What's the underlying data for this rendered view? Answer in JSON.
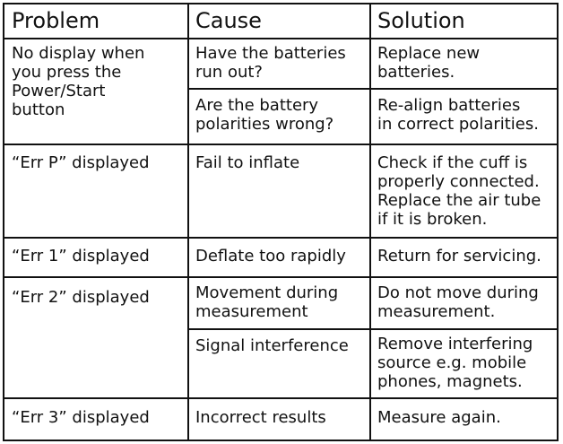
{
  "headers": {
    "problem": "Problem",
    "cause": "Cause",
    "solution": "Solution"
  },
  "rows": [
    {
      "problem": "No display when\nyou press the\nPower/Start\nbutton",
      "items": [
        {
          "cause": "Have the batteries\nrun out?",
          "solution": "Replace new\nbatteries."
        },
        {
          "cause": "Are the battery\npolarities wrong?",
          "solution": "Re-align batteries\nin correct polarities."
        }
      ]
    },
    {
      "problem": "“Err P” displayed",
      "items": [
        {
          "cause": "Fail to inflate",
          "solution": "Check if the cuff is\nproperly connected.\nReplace the air tube\nif it is broken."
        }
      ]
    },
    {
      "problem": "“Err 1” displayed",
      "items": [
        {
          "cause": "Deflate too rapidly",
          "solution": "Return for servicing."
        }
      ]
    },
    {
      "problem": "“Err 2” displayed",
      "items": [
        {
          "cause": "Movement during\nmeasurement",
          "solution": "Do not move during\nmeasurement."
        },
        {
          "cause": "Signal interference",
          "solution": "Remove interfering\nsource e.g. mobile\nphones, magnets."
        }
      ]
    },
    {
      "problem": "“Err 3” displayed",
      "items": [
        {
          "cause": "Incorrect results",
          "solution": "Measure again."
        }
      ]
    }
  ]
}
